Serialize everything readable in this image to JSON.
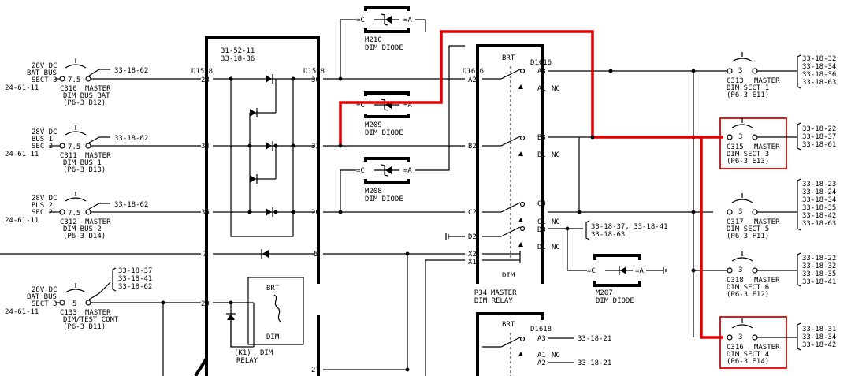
{
  "relay_block": {
    "ref_top": "31-52-11",
    "ref_bottom": "33-18-36",
    "left_conn": "D1598",
    "right_conn": "D1598",
    "pins_left": [
      "28",
      "34",
      "36",
      "7",
      "29"
    ],
    "pins_right": [
      "30",
      "32",
      "26",
      "5",
      "27"
    ],
    "k1_bright": "BRT",
    "k1_dim": "DIM",
    "k1_label_1": "(K1)",
    "k1_label_2": "DIM",
    "k1_label_3": "RELAY"
  },
  "breakers": [
    {
      "bus1": "28V DC",
      "bus2": "BAT BUS",
      "bus3": "SECT 3",
      "ref": "24-61-11",
      "rating": "7.5",
      "id": "C310",
      "line1": "MASTER",
      "line2": "DIM BUS BAT",
      "loc": "(P6-3 D12)",
      "ref_out": "33-18-62"
    },
    {
      "bus1": "28V DC",
      "bus2": "BUS 1",
      "bus3": "SEC 2",
      "ref": "24-61-11",
      "rating": "7.5",
      "id": "C311",
      "line1": "MASTER",
      "line2": "DIM BUS 1",
      "loc": "(P6-3 D13)",
      "ref_out": "33-18-62"
    },
    {
      "bus1": "28V DC",
      "bus2": "BUS 2",
      "bus3": "SEC 2",
      "ref": "24-61-11",
      "rating": "7.5",
      "id": "C312",
      "line1": "MASTER",
      "line2": "DIM BUS 2",
      "loc": "(P6-3 D14)",
      "ref_out": "33-18-62"
    },
    {
      "bus1": "28V DC",
      "bus2": "BAT BUS",
      "bus3": "SECT 3",
      "ref": "24-61-11",
      "rating": "5",
      "id": "C133",
      "line1": "MASTER",
      "line2": "DIM/TEST CONT",
      "loc": "(P6-3 D11)",
      "refs": [
        "33-18-37",
        "33-18-41",
        "33-18-62"
      ]
    }
  ],
  "diodes": [
    {
      "id": "M210",
      "name": "DIM DIODE",
      "c": "=C",
      "a": "=A"
    },
    {
      "id": "M209",
      "name": "DIM DIODE",
      "c": "=C",
      "a": "=A"
    },
    {
      "id": "M208",
      "name": "DIM DIODE",
      "c": "=C",
      "a": "=A"
    },
    {
      "id": "M207",
      "name": "DIM DIODE",
      "c": "=C",
      "a": "=A"
    }
  ],
  "master_relay": {
    "bright": "BRT",
    "conn_left": "D1616",
    "conn_right": "D1616",
    "pins_left": [
      "A2",
      "B2",
      "C2",
      "D2",
      "X2",
      "X1"
    ],
    "pins_right": [
      "A3",
      "A1",
      "B3",
      "B1",
      "C3",
      "C1",
      "D3",
      "D1"
    ],
    "nc": "NC",
    "dim": "DIM",
    "id": "R34",
    "line1": "MASTER",
    "line2": "DIM RELAY",
    "d3_refs": "33-18-37, 33-18-41",
    "d3_refs2": "33-18-63"
  },
  "lower_relay": {
    "bright": "BRT",
    "conn": "D1618",
    "pins": [
      "A3",
      "A1",
      "A2"
    ],
    "nc": "NC",
    "ref_a3": "33-18-21",
    "ref_a2": "33-18-21"
  },
  "sections": [
    {
      "rating": "3",
      "id": "C313",
      "line1": "MASTER",
      "line2": "DIM SECT 1",
      "loc": "(P6-3 E11)",
      "refs": [
        "33-18-32",
        "33-18-34",
        "33-18-36",
        "33-18-63"
      ],
      "highlighted": false
    },
    {
      "rating": "3",
      "id": "C315",
      "line1": "MASTER",
      "line2": "DIM SECT 3",
      "loc": "(P6-3 E13)",
      "refs": [
        "33-18-22",
        "33-18-37",
        "33-18-61"
      ],
      "highlighted": true
    },
    {
      "rating": "3",
      "id": "C317",
      "line1": "MASTER",
      "line2": "DIM SECT 5",
      "loc": "(P6-3 F11)",
      "refs": [
        "33-18-23",
        "33-18-24",
        "33-18-34",
        "33-18-35",
        "33-18-42",
        "33-18-63"
      ],
      "highlighted": false
    },
    {
      "rating": "3",
      "id": "C318",
      "line1": "MASTER",
      "line2": "DIM SECT 6",
      "loc": "(P6-3 F12)",
      "refs": [
        "33-18-22",
        "33-18-32",
        "33-18-35",
        "33-18-41"
      ],
      "highlighted": false
    },
    {
      "rating": "3",
      "id": "C316",
      "line1": "MASTER",
      "line2": "DIM SECT 4",
      "loc": "(P6-3 E14)",
      "refs": [
        "33-18-31",
        "33-18-34",
        "33-18-42"
      ],
      "highlighted": true
    }
  ],
  "colors": {
    "highlight": "#e00000",
    "wire": "#000000"
  }
}
